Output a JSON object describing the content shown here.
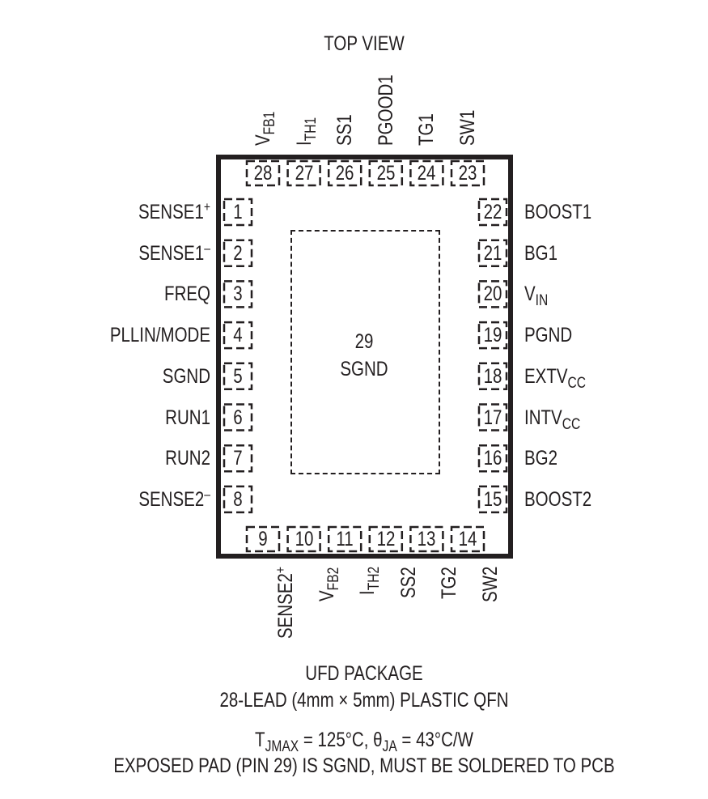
{
  "top_title": "TOP VIEW",
  "package": {
    "line1": "UFD PACKAGE",
    "line2": "28-LEAD (4mm × 5mm) PLASTIC QFN"
  },
  "notes": {
    "t_label": "T",
    "t_sub": "JMAX",
    "t_value": " = 125°C, ",
    "theta_label": "θ",
    "theta_sub": "JA",
    "theta_value": " = 43°C/W",
    "exposed": "EXPOSED PAD (PIN 29) IS SGND, MUST BE SOLDERED TO PCB"
  },
  "exposed_pad": {
    "number": "29",
    "name": "SGND"
  },
  "pins_left": [
    {
      "num": "1",
      "name": "SENSE1",
      "sup": "+"
    },
    {
      "num": "2",
      "name": "SENSE1",
      "sup": "–"
    },
    {
      "num": "3",
      "name": "FREQ"
    },
    {
      "num": "4",
      "name": "PLLIN/MODE"
    },
    {
      "num": "5",
      "name": "SGND"
    },
    {
      "num": "6",
      "name": "RUN1"
    },
    {
      "num": "7",
      "name": "RUN2"
    },
    {
      "num": "8",
      "name": "SENSE2",
      "sup": "–"
    }
  ],
  "pins_right": [
    {
      "num": "22",
      "name": "BOOST1"
    },
    {
      "num": "21",
      "name": "BG1"
    },
    {
      "num": "20",
      "name": "V",
      "sub": "IN"
    },
    {
      "num": "19",
      "name": "PGND"
    },
    {
      "num": "18",
      "name": "EXTV",
      "sub": "CC"
    },
    {
      "num": "17",
      "name": "INTV",
      "sub": "CC"
    },
    {
      "num": "16",
      "name": "BG2"
    },
    {
      "num": "15",
      "name": "BOOST2"
    }
  ],
  "pins_top": [
    {
      "num": "28",
      "name": "V",
      "sub": "FB1"
    },
    {
      "num": "27",
      "name": "I",
      "sub": "TH1"
    },
    {
      "num": "26",
      "name": "SS1"
    },
    {
      "num": "25",
      "name": "PGOOD1"
    },
    {
      "num": "24",
      "name": "TG1"
    },
    {
      "num": "23",
      "name": "SW1"
    }
  ],
  "pins_bottom": [
    {
      "num": "9",
      "name": "SENSE2",
      "sup": "+"
    },
    {
      "num": "10",
      "name": "V",
      "sub": "FB2"
    },
    {
      "num": "11",
      "name": "I",
      "sub": "TH2"
    },
    {
      "num": "12",
      "name": "SS2"
    },
    {
      "num": "13",
      "name": "TG2"
    },
    {
      "num": "14",
      "name": "SW2"
    }
  ]
}
